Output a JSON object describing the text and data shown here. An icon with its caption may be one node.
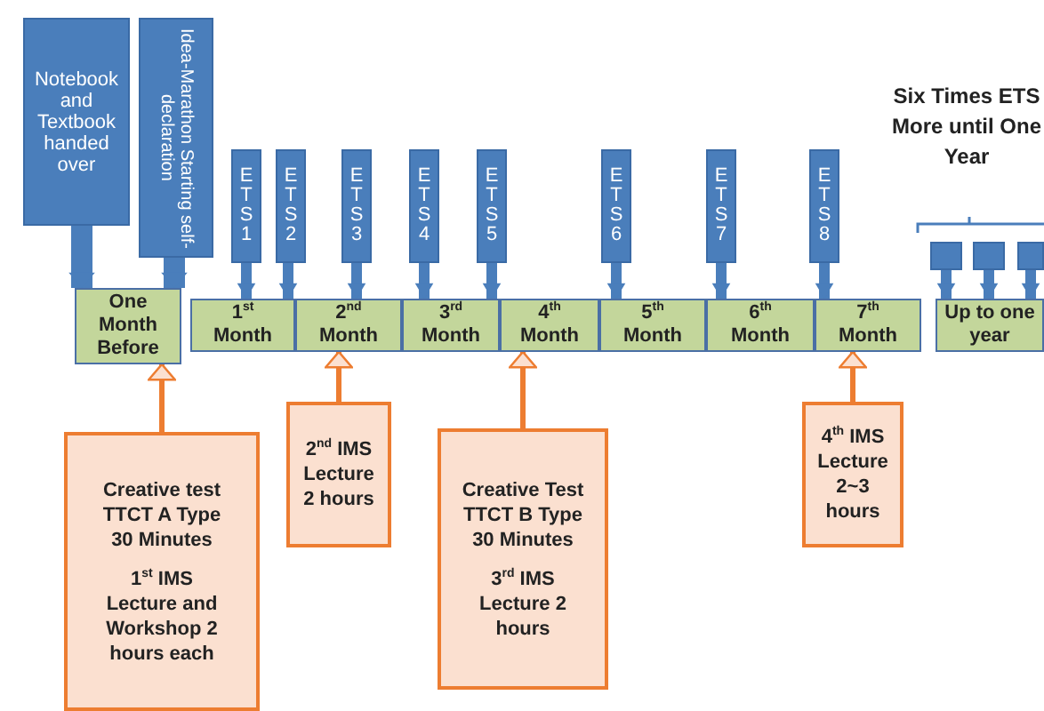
{
  "diagram": {
    "nodes": [
      {
        "text": [
          "Notebook and Textbook handed over"
        ]
      },
      {
        "text": [
          "Idea-Marathon Starting self-declaration"
        ]
      },
      {
        "text": [
          "ETS 1"
        ]
      },
      {
        "text": [
          "ETS 2"
        ]
      },
      {
        "text": [
          "ETS 3"
        ]
      },
      {
        "text": [
          "ETS 4"
        ]
      },
      {
        "text": [
          "ETS 5"
        ]
      },
      {
        "text": [
          "ETS 6"
        ]
      },
      {
        "text": [
          "ETS 7"
        ]
      },
      {
        "text": [
          "ETS 8"
        ]
      },
      {
        "text": [],
        "shape": "box"
      },
      {
        "text": [],
        "shape": "box"
      },
      {
        "text": [],
        "shape": "box"
      },
      {
        "text": [
          "One Month Before"
        ]
      },
      {
        "text": [
          "1$^{st}$ Month"
        ]
      },
      {
        "text": [
          "2$^{nd}$ Month"
        ]
      },
      {
        "text": [
          "3$^{rd}$ Month"
        ]
      },
      {
        "text": [
          "4$^{th}$ Month"
        ]
      },
      {
        "text": [
          "5$^{th}$ Month"
        ]
      },
      {
        "text": [
          "6$^{th}$ Month"
        ]
      },
      {
        "text": [
          "7$^{th}$ Month"
        ]
      },
      {
        "text": [
          "Up to one year"
        ]
      },
      {
        "text": [
          "Creative test TTCT A Type 30 Minutes",
          "1$^{st}$ IMS Lecture and Workshop 2 hours each"
        ]
      },
      {
        "text": [
          "2$^{nd}$ IMS Lecture 2 hours"
        ]
      },
      {
        "text": [
          "Creative Test TTCT B Type 30 Minutes",
          "3$^{rd}$ IMS Lecture 2 hours"
        ]
      },
      {
        "text": [
          "4$^{th}$ IMS Lecture 2~3 hours"
        ]
      }
    ],
    "edges": [
      {
        "from": 0,
        "to": 13,
        "arrow": "to",
        "style": "thick"
      },
      {
        "from": 1,
        "to": 13,
        "arrow": "to",
        "style": "thick"
      },
      {
        "from": 2,
        "to": 14,
        "arrow": "to"
      },
      {
        "from": 3,
        "to": 14,
        "arrow": "to"
      },
      {
        "from": 4,
        "to": 15,
        "arrow": "to"
      },
      {
        "from": 5,
        "to": 16,
        "arrow": "to"
      },
      {
        "from": 6,
        "to": 16,
        "arrow": "to"
      },
      {
        "from": 7,
        "to": 18,
        "arrow": "to"
      },
      {
        "from": 8,
        "to": 19,
        "arrow": "to"
      },
      {
        "from": 9,
        "to": 20,
        "arrow": "to"
      },
      {
        "from": 10,
        "to": 21,
        "arrow": "to"
      },
      {
        "from": 11,
        "to": 21,
        "arrow": "to"
      },
      {
        "from": 12,
        "to": 21,
        "arrow": "to"
      },
      {
        "from": 22,
        "to": 13,
        "arrow": "to",
        "color": "#ed7d31"
      },
      {
        "from": 23,
        "to": 15,
        "arrow": "to",
        "color": "#ed7d31"
      },
      {
        "from": 24,
        "to": 17,
        "arrow": "to",
        "color": "#ed7d31"
      },
      {
        "from": 25,
        "to": 20,
        "arrow": "to",
        "color": "#ed7d31"
      }
    ],
    "labels": [
      "Six Times ETS More until One Year"
    ]
  }
}
